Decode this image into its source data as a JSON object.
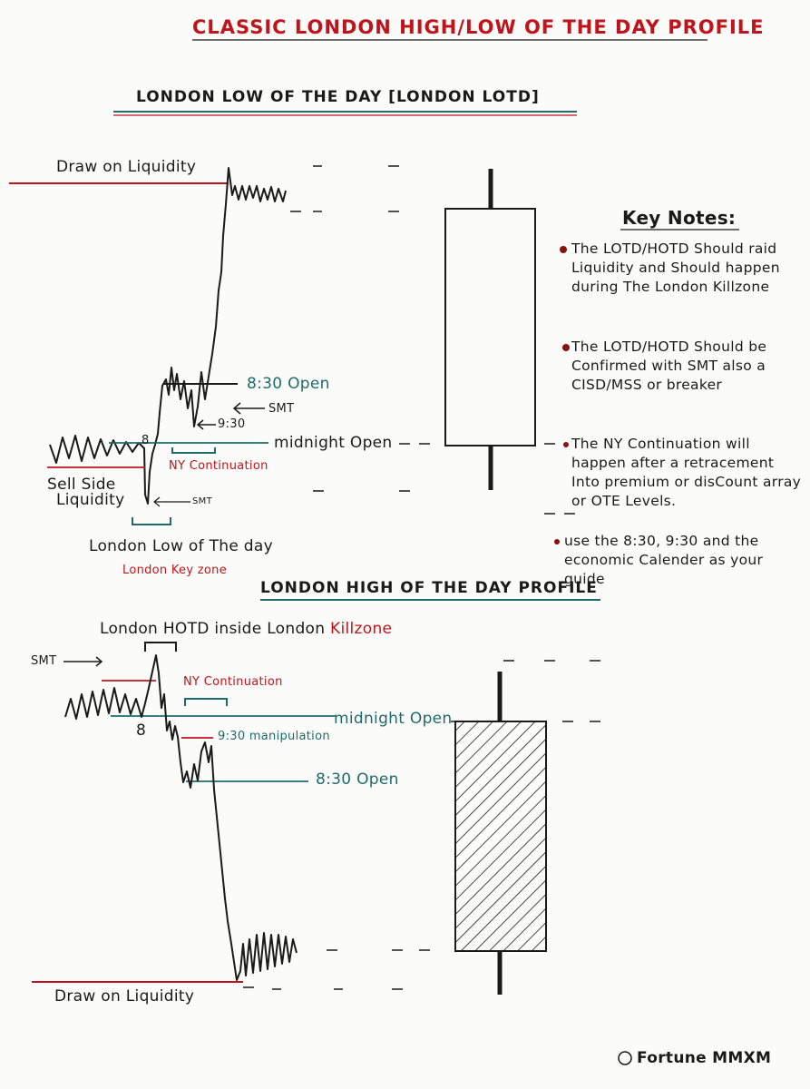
{
  "title": "CLASSIC LONDON HIGH/LOW OF THE DAY PROFILE",
  "lotd": {
    "heading": "LONDON LOW OF THE DAY [LONDON LOTD]",
    "draw_on_liquidity": "Draw on Liquidity",
    "open_830": "8:30 Open",
    "smt": "SMT",
    "open_930": "9:30",
    "midnight_open": "midnight Open",
    "ny_continuation": "NY Continuation",
    "sell_side": "Sell Side",
    "liquidity": "Liquidity",
    "marker_8": "8",
    "smt_small": "SMT",
    "london_low": "London Low of The day",
    "key_zone": "London Key zone"
  },
  "key_notes": {
    "heading": "Key Notes:",
    "notes": [
      "The LOTD/HOTD Should raid Liquidity and Should happen during The London Killzone",
      "The LOTD/HOTD Should be Confirmed with SMT also a CISD/MSS or breaker",
      "The NY Continuation will happen after a retracement Into premium or disCount array or OTE Levels.",
      "use the 8:30, 9:30 and the economic Calender as your guide"
    ]
  },
  "hotd": {
    "heading": "LONDON HIGH OF THE DAY PROFILE",
    "inside_killzone_prefix": "London HOTD inside London ",
    "inside_killzone_red": "Killzone",
    "smt": "SMT",
    "ny_continuation": "NY Continuation",
    "marker_8": "8",
    "midnight_open": "midnight Open",
    "manipulation": "9:30 manipulation",
    "open_830": "8:30 Open",
    "draw_on_liquidity": "Draw on Liquidity"
  },
  "signature": "Fortune MMXM",
  "colors": {
    "red": "#c0141c",
    "teal": "#1f6b6b",
    "ink": "#1a1a1a"
  }
}
